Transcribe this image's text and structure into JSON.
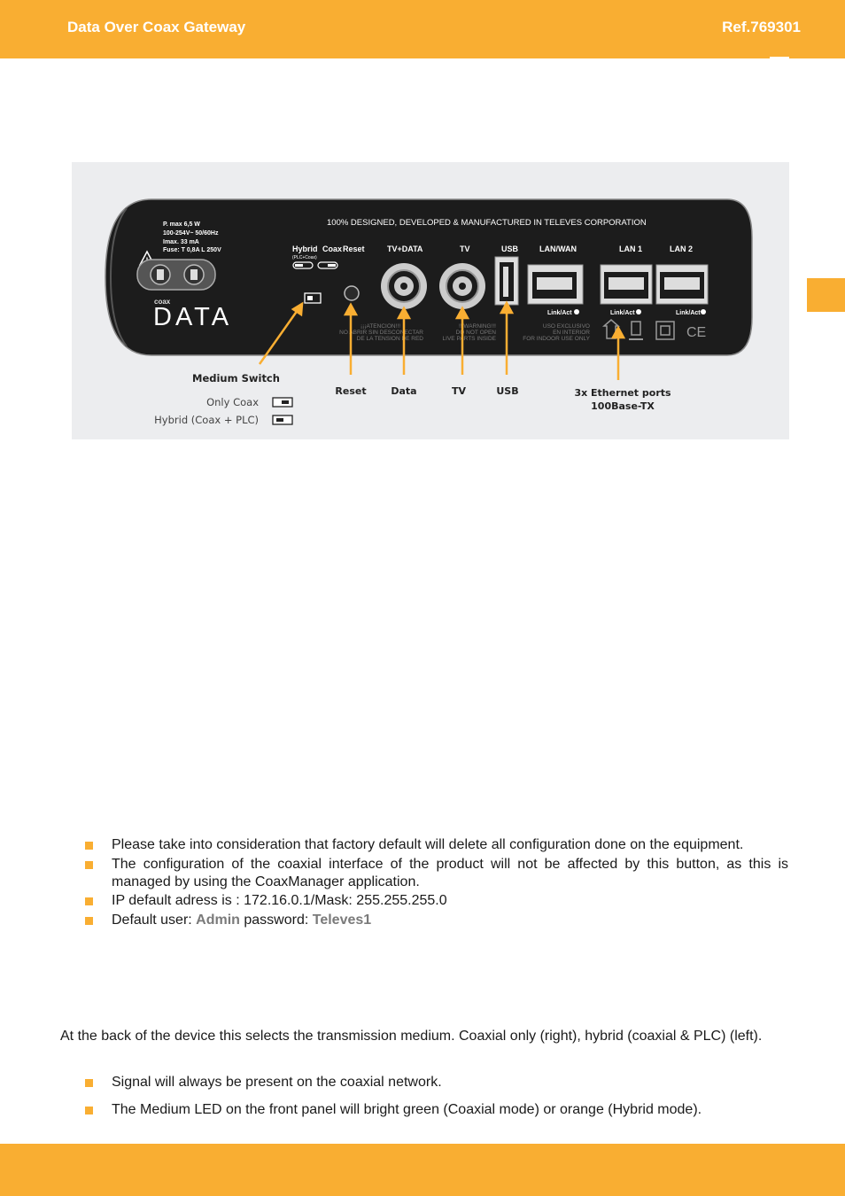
{
  "header": {
    "title": "Data Over Coax Gateway",
    "ref": "Ref.769301"
  },
  "figure": {
    "panel": {
      "specs": [
        "P. max 6,5 W",
        "100-254V~ 50/60Hz",
        "Imax. 33 mA",
        "Fuse: T 0,8A L 250V"
      ],
      "banner": "100% DESIGNED, DEVELOPED & MANUFACTURED IN TELEVES CORPORATION",
      "port_labels": [
        "Hybrid",
        "Coax",
        "Reset",
        "TV+DATA",
        "TV",
        "USB",
        "LAN/WAN",
        "LAN 1",
        "LAN 2"
      ],
      "hybrid_sub": "(PLC+Coax)",
      "link_labels": [
        "Link/Act",
        "Link/Act",
        "Link/Act"
      ],
      "brand_small": "coax",
      "brand_big": "DATA",
      "warning_es": [
        "¡¡¡ATENCION!!!",
        "NO ABRIR SIN DESCONECTAR",
        "DE LA TENSION DE RED"
      ],
      "warning_en": [
        "!!!WARNING!!!",
        "DO NOT OPEN",
        "LIVE PARTS INSIDE"
      ],
      "indoor": [
        "USO EXCLUSIVO",
        "EN INTERIOR",
        "FOR INDOOR USE ONLY"
      ]
    },
    "callouts": {
      "medium_switch": "Medium Switch",
      "only_coax": "Only Coax",
      "hybrid": "Hybrid (Coax + PLC)",
      "reset": "Reset",
      "data": "Data",
      "tv": "TV",
      "usb": "USB",
      "ethernet_line1": "3x Ethernet ports",
      "ethernet_line2": "100Base-TX"
    }
  },
  "notes": {
    "item1": "Please take into consideration that factory default will delete all configuration done on the equipment.",
    "item2": "The configuration of the coaxial interface of the product will not be affected by this button, as this is managed by using the CoaxManager application.",
    "item3": "IP default adress is : 172.16.0.1/Mask: 255.255.255.0",
    "item4_prefix": "Default  user: ",
    "item4_user": "Admin",
    "item4_mid": " password: ",
    "item4_pass": "Televes1"
  },
  "medium": {
    "paragraph": "At the back of the device this selects the transmission medium. Coaxial only (right), hybrid (coaxial & PLC) (left).",
    "item1": "Signal will always be present on the coaxial network.",
    "item2": "The Medium LED on the front panel will bright green (Coaxial mode) or orange (Hybrid mode)."
  },
  "colors": {
    "accent": "#F9AE32",
    "panel": "#1c1c1c",
    "figure_bg": "#ECEDEF"
  }
}
